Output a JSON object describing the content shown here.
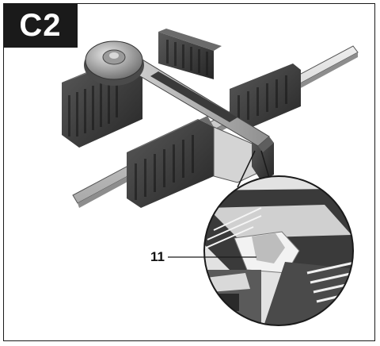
{
  "figure": {
    "label": "C2",
    "callouts": [
      {
        "number": "11"
      }
    ]
  },
  "colors": {
    "ink": "#1a1a1a",
    "dark_body": "#2e2e2e",
    "mid_gray": "#7a7a7a",
    "light_gray": "#c9c9c9",
    "rail": "#d9d9d9"
  },
  "icons": [
    "tool-guide-illustration",
    "detail-magnifier"
  ]
}
